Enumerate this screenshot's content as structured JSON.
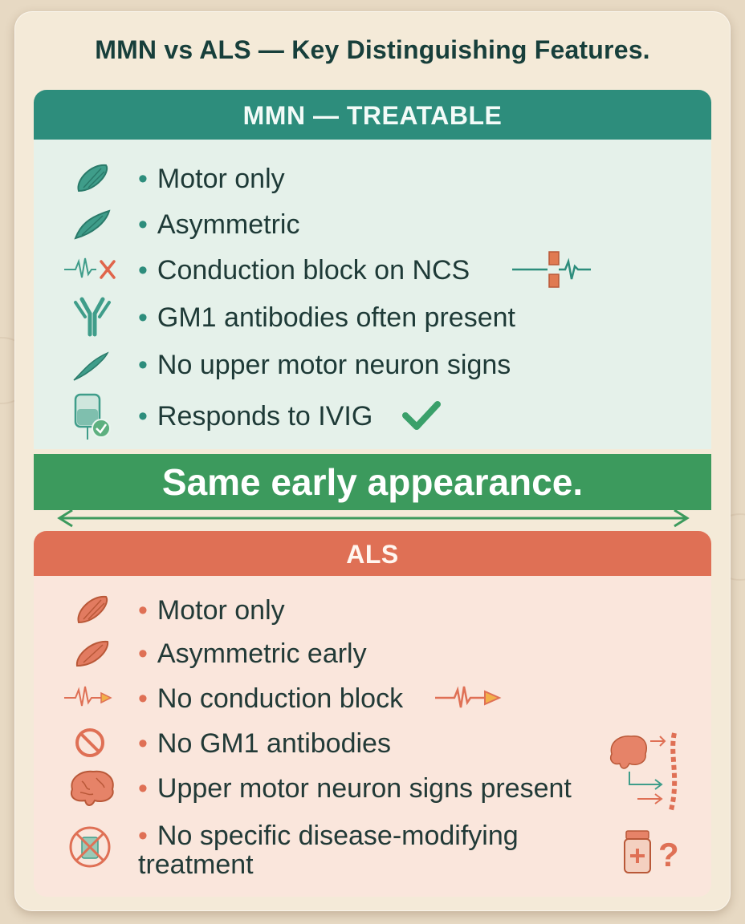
{
  "title": "MMN vs ALS — Key Distinguishing Features.",
  "mmn": {
    "header": "MMN — TREATABLE",
    "items": [
      {
        "label": "Motor only",
        "icon": "muscle-icon"
      },
      {
        "label": "Asymmetric",
        "icon": "muscle-asymmetric-icon"
      },
      {
        "label": "Conduction block on NCS",
        "icon": "nerve-signal-blocked-icon"
      },
      {
        "label": "GM1 antibodies often present",
        "icon": "antibody-icon"
      },
      {
        "label": "No upper motor neuron signs",
        "icon": "thin-muscle-icon"
      },
      {
        "label": "Responds to IVIG",
        "icon": "iv-bag-icon"
      }
    ],
    "color": "#2d8d7c"
  },
  "banner": "Same early appearance.",
  "als": {
    "header": "ALS",
    "items": [
      {
        "label": "Motor only",
        "icon": "muscle-icon"
      },
      {
        "label": "Asymmetric early",
        "icon": "muscle-icon"
      },
      {
        "label": "No conduction block",
        "icon": "nerve-signal-icon"
      },
      {
        "label": "No GM1 antibodies",
        "icon": "prohibited-icon"
      },
      {
        "label": "Upper motor neuron signs present",
        "icon": "brain-icon"
      },
      {
        "label": "No specific disease-modifying treatment",
        "icon": "no-treatment-icon"
      }
    ],
    "color": "#df7055"
  }
}
